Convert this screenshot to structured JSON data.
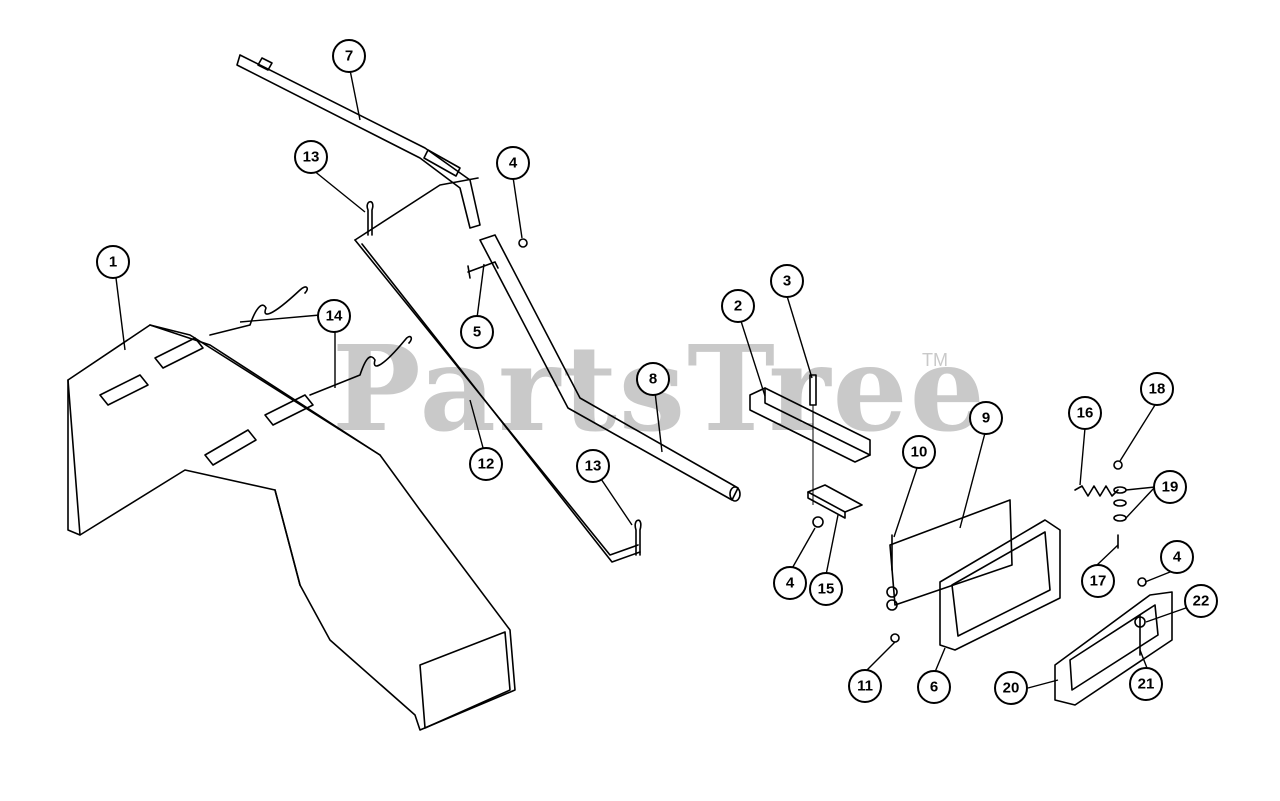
{
  "watermark": {
    "text": "PartsTree",
    "trademark": "TM"
  },
  "callouts": [
    {
      "id": "c1",
      "label": "1"
    },
    {
      "id": "c2",
      "label": "2"
    },
    {
      "id": "c3",
      "label": "3"
    },
    {
      "id": "c4a",
      "label": "4"
    },
    {
      "id": "c4b",
      "label": "4"
    },
    {
      "id": "c4c",
      "label": "4"
    },
    {
      "id": "c5",
      "label": "5"
    },
    {
      "id": "c6",
      "label": "6"
    },
    {
      "id": "c7",
      "label": "7"
    },
    {
      "id": "c8",
      "label": "8"
    },
    {
      "id": "c9",
      "label": "9"
    },
    {
      "id": "c10",
      "label": "10"
    },
    {
      "id": "c11",
      "label": "11"
    },
    {
      "id": "c12",
      "label": "12"
    },
    {
      "id": "c13a",
      "label": "13"
    },
    {
      "id": "c13b",
      "label": "13"
    },
    {
      "id": "c14",
      "label": "14"
    },
    {
      "id": "c15",
      "label": "15"
    },
    {
      "id": "c16",
      "label": "16"
    },
    {
      "id": "c17",
      "label": "17"
    },
    {
      "id": "c18",
      "label": "18"
    },
    {
      "id": "c19",
      "label": "19"
    },
    {
      "id": "c20",
      "label": "20"
    },
    {
      "id": "c21",
      "label": "21"
    },
    {
      "id": "c22",
      "label": "22"
    }
  ]
}
